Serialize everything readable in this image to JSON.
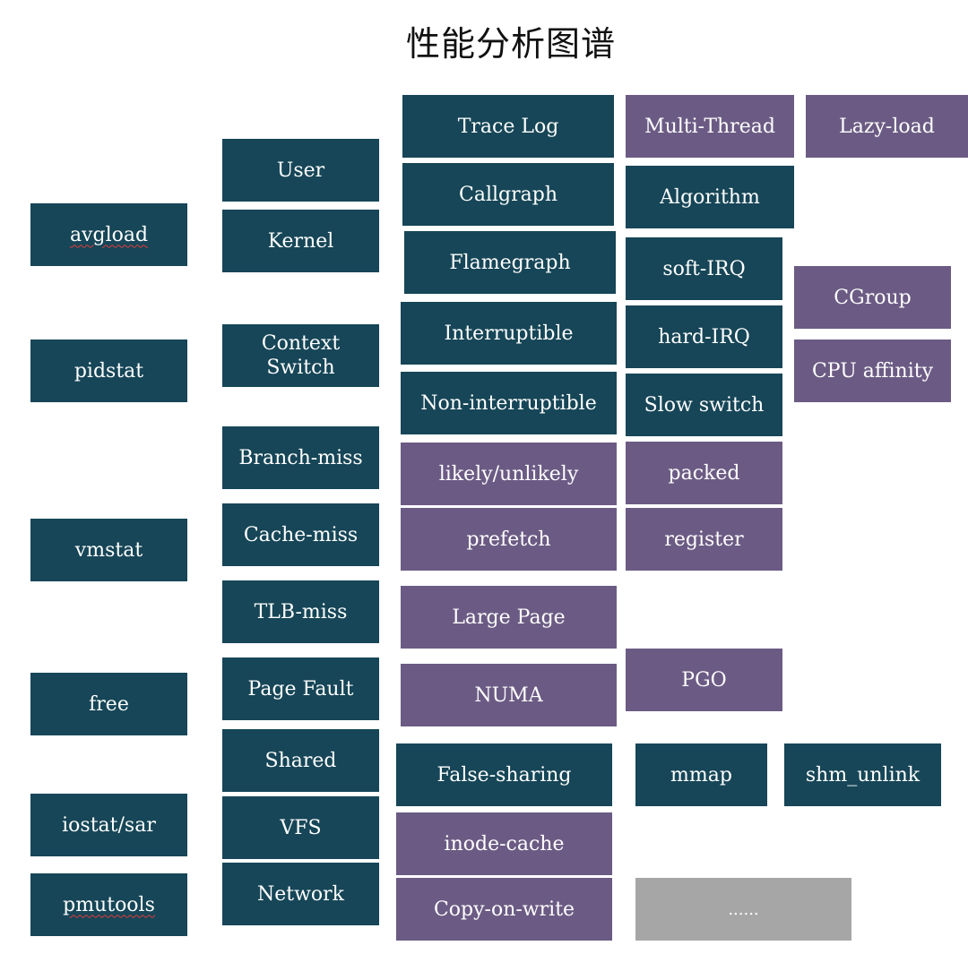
{
  "title": "性能分析图谱",
  "colors": {
    "teal": "#164657",
    "purple": "#6b5b84",
    "gray": "#a6a6a6"
  },
  "tools": [
    "avgload",
    "pidstat",
    "vmstat",
    "free",
    "iostat/sar",
    "pmutools"
  ],
  "areas": [
    "User",
    "Kernel",
    "Context\nSwitch",
    "Branch-miss",
    "Cache-miss",
    "TLB-miss",
    "Page Fault",
    "Shared",
    "VFS",
    "Network"
  ],
  "analysis": [
    "Trace Log",
    "Callgraph",
    "Flamegraph",
    "Interruptible",
    "Non-interruptible",
    "likely/unlikely",
    "prefetch",
    "Large Page",
    "NUMA",
    "False-sharing",
    "inode-cache",
    "Copy-on-write"
  ],
  "optimizations": [
    "Multi-Thread",
    "Lazy-load",
    "Algorithm",
    "soft-IRQ",
    "CGroup",
    "hard-IRQ",
    "CPU affinity",
    "Slow switch",
    "packed",
    "register",
    "PGO",
    "mmap",
    "shm_unlink",
    "......"
  ]
}
